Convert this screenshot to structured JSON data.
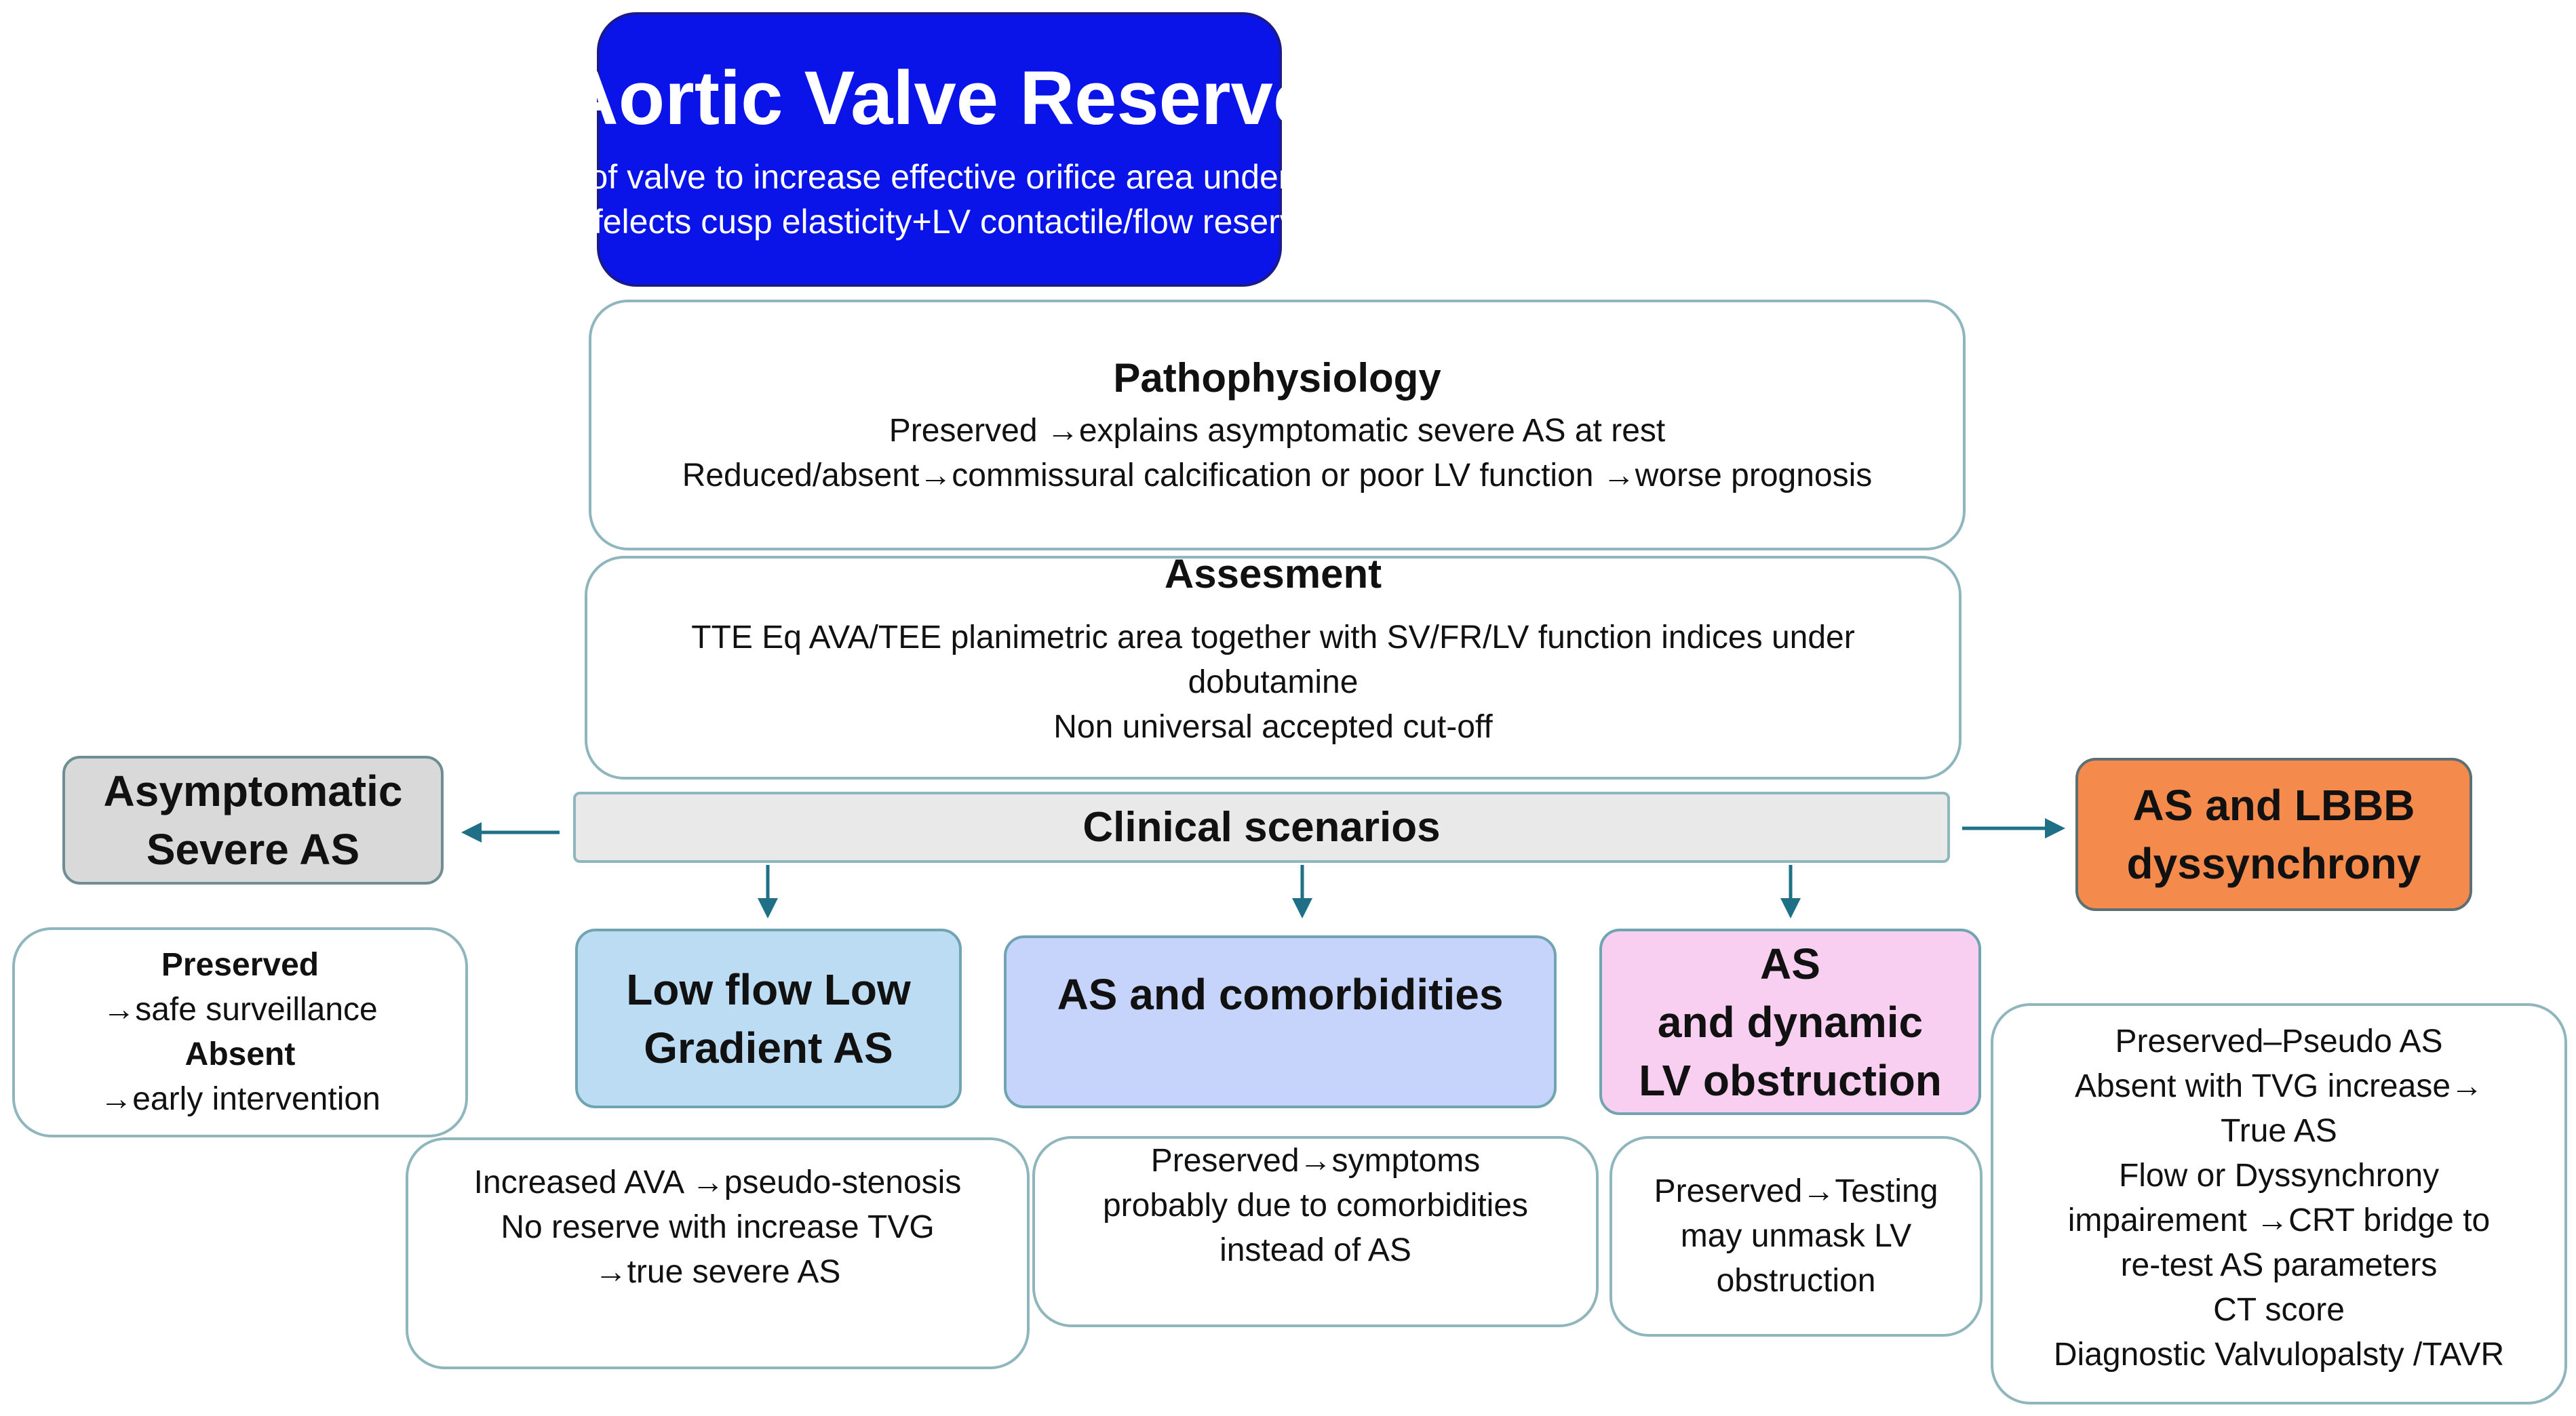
{
  "title": {
    "heading": "Aortic Valve Reserve",
    "subtitle_lines": [
      "Ability of valve to increase effective orifice area under stress",
      "(refelects cusp elasticity+LV contactile/flow reserve)"
    ]
  },
  "pathophysiology": {
    "heading": "Pathophysiology",
    "lines": [
      "Preserved →explains asymptomatic severe AS at rest",
      "Reduced/absent→commissural calcification or poor LV function →worse prognosis"
    ]
  },
  "assessment": {
    "heading": "Assesment",
    "lines": [
      "TTE Eq AVA/TEE planimetric area together with SV/FR/LV function indices under",
      "dobutamine",
      "Non universal accepted cut-off"
    ]
  },
  "clinical_scenarios": {
    "label": "Clinical scenarios"
  },
  "asymptomatic": {
    "title_lines": [
      "Asymptomatic",
      "Severe AS"
    ],
    "detail": {
      "preserved_label": "Preserved",
      "preserved_text": "→safe surveillance",
      "absent_label": "Absent",
      "absent_text": "→early intervention"
    }
  },
  "lbbb": {
    "title_lines": [
      "AS and LBBB",
      "dyssynchrony"
    ],
    "detail_lines": [
      "Preserved–Pseudo AS",
      "Absent with TVG increase→",
      "True AS",
      "Flow or Dyssynchrony",
      "impairement →CRT bridge to",
      "re-test AS parameters",
      "CT score",
      "Diagnostic Valvulopalsty /TAVR"
    ]
  },
  "low_flow": {
    "title_lines": [
      "Low flow Low",
      "Gradient AS"
    ],
    "detail_lines": [
      "Increased AVA →pseudo-stenosis",
      "No reserve with increase TVG",
      "→true severe AS"
    ]
  },
  "comorbidities": {
    "title_lines": [
      "AS and comorbidities"
    ],
    "detail_lines": [
      "Preserved→symptoms",
      "probably due to comorbidities",
      "instead of AS"
    ]
  },
  "dynamic": {
    "title_lines": [
      "AS",
      "and dynamic",
      "LV obstruction"
    ],
    "detail_lines": [
      "Preserved→Testing",
      "may unmask LV",
      "obstruction"
    ]
  },
  "colors": {
    "title_bg": "#0a14e8",
    "panel_border": "#8fb6bd",
    "arrow": "#1f6f86",
    "asym_bg": "#d9d9d9",
    "lbbb_bg": "#f48a4c",
    "lflg_bg": "#bcdcf3",
    "comorb_bg": "#c6d4fb",
    "dyn_bg": "#f8cff0"
  }
}
